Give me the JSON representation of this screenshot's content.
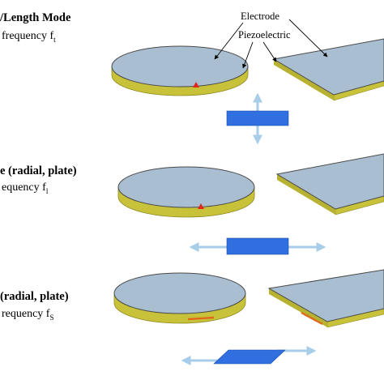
{
  "callouts": {
    "electrode": "Electrode",
    "piezoelectric": "Piezoelectric"
  },
  "modes": [
    {
      "heading": "/Length Mode",
      "frequency": "frequency f",
      "frequency_subscript": "t"
    },
    {
      "heading": "e (radial, plate)",
      "frequency": "equency f",
      "frequency_subscript": "l"
    },
    {
      "heading": "(radial, plate)",
      "frequency": "requency f",
      "frequency_subscript": "S"
    }
  ],
  "colors": {
    "electrode_surface": "#a9bfd1",
    "piezo_side": "#c7c23a",
    "piezo_side_dark": "#8f8a1f",
    "motion_block": "#2f6fe0",
    "motion_arrow": "#a8cde9",
    "marker": "#e0261b"
  },
  "icons": {
    "motion_arrow": "double-headed-arrow"
  }
}
